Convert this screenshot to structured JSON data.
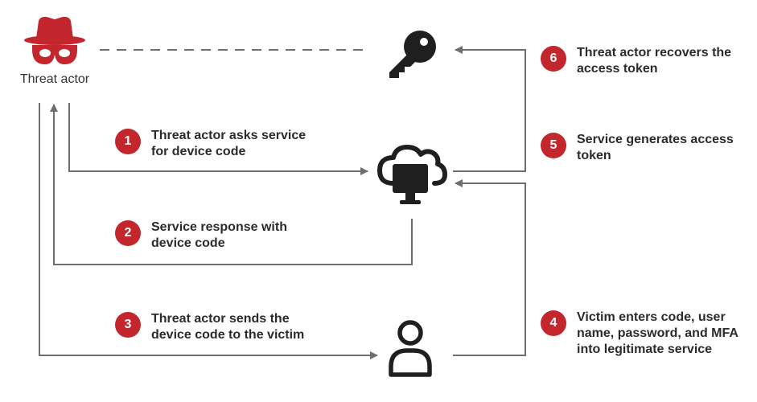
{
  "actor": {
    "label": "Threat actor"
  },
  "colors": {
    "accent": "#c4262e",
    "line": "#6e6e6e",
    "icon": "#1f1f1f"
  },
  "icons": [
    "threat-actor-icon",
    "key-icon",
    "cloud-monitor-icon",
    "user-icon"
  ],
  "steps": [
    {
      "number": "1",
      "line1": "Threat actor asks service",
      "line2": "for device code"
    },
    {
      "number": "2",
      "line1": "Service response with",
      "line2": "device code"
    },
    {
      "number": "3",
      "line1": "Threat actor sends the",
      "line2": "device code to the victim"
    },
    {
      "number": "4",
      "line1": "Victim enters code, user",
      "line2": "name, password, and MFA",
      "line3": "into legitimate service"
    },
    {
      "number": "5",
      "line1": "Service generates access",
      "line2": "token"
    },
    {
      "number": "6",
      "line1": "Threat actor recovers the",
      "line2": "access token"
    }
  ]
}
